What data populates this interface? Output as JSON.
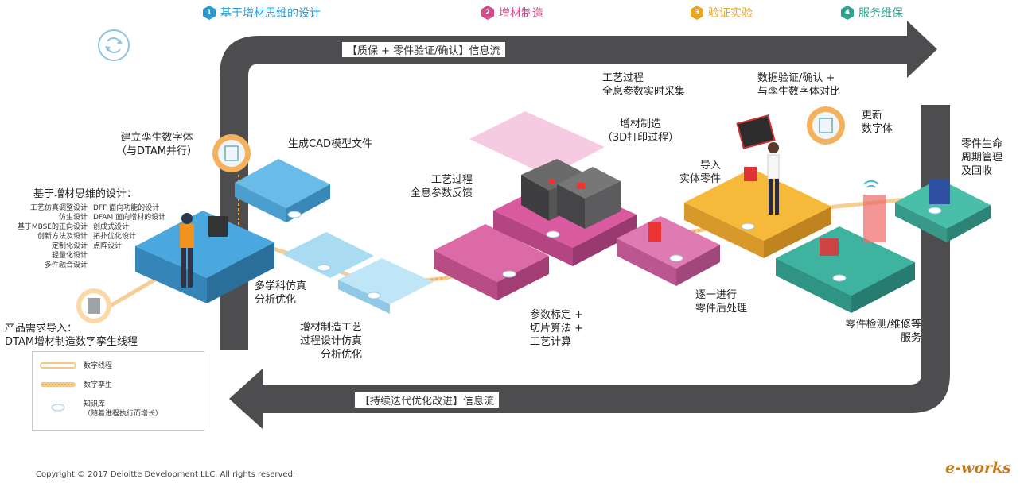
{
  "phases": [
    {
      "num": "1",
      "label": "基于增材思维的设计",
      "color": "#2a9bd1"
    },
    {
      "num": "2",
      "label": "增材制造",
      "color": "#d44a8c"
    },
    {
      "num": "3",
      "label": "验证实验",
      "color": "#e8a51e"
    },
    {
      "num": "4",
      "label": "服务维保",
      "color": "#2fa28e"
    }
  ],
  "flows": {
    "top": "【质保 + 零件验证/确认】信息流",
    "bottom": "【持续迭代优化改进】信息流"
  },
  "labels": {
    "twin_line1": "建立孪生数字体",
    "twin_line2": "（与DTAM并行）",
    "design_title": "基于增材思维的设计：",
    "design_left": [
      "工艺仿真调整设计",
      "仿生设计",
      "基于MBSE的正向设计",
      "创新方法及设计",
      "定制化设计",
      "轻量化设计",
      "多件融合设计"
    ],
    "design_right": [
      "DFF 面向功能的设计",
      "DFAM 面向增材的设计",
      "创成式设计",
      "拓扑优化设计",
      "点阵设计"
    ],
    "input_line1": "产品需求导入：",
    "input_line2": "DTAM增材制造数字孪生线程",
    "cad": "生成CAD模型文件",
    "multi_line1": "多学科仿真",
    "multi_line2": "分析优化",
    "am_process_line1": "增材制造工艺",
    "am_process_line2": "过程设计仿真",
    "am_process_line3": "分析优化",
    "feedback_line1": "工艺过程",
    "feedback_line2": "全息参数反馈",
    "collect_line1": "工艺过程",
    "collect_line2": "全息参数实时采集",
    "print_line1": "增材制造",
    "print_line2": "（3D打印过程）",
    "params_line1": "参数标定 +",
    "params_line2": "切片算法 +",
    "params_line3": "工艺计算",
    "post_line1": "逐一进行",
    "post_line2": "零件后处理",
    "import_line1": "导入",
    "import_line2": "实体零件",
    "verify_line1": "数据验证/确认 +",
    "verify_line2": "与孪生数字体对比",
    "update_line1": "更新",
    "update_line2": "数字体",
    "lifecycle_line1": "零件生命",
    "lifecycle_line2": "周期管理",
    "lifecycle_line3": "及回收",
    "inspect_line1": "零件检测/维修等",
    "inspect_line2": "服务"
  },
  "legend": {
    "thread": "数字线程",
    "twin": "数字孪生",
    "kb_line1": "知识库",
    "kb_line2": "（随着进程执行而增长）"
  },
  "footer": {
    "copyright": "Copyright © 2017 Deloitte Development LLC. All rights reserved.",
    "logo": "e-works"
  }
}
